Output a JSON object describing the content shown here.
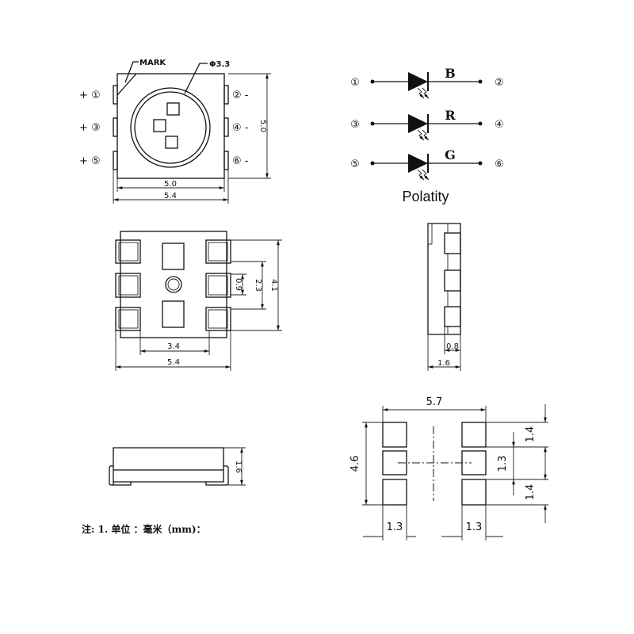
{
  "top_view": {
    "mark_label": "MARK",
    "phi_label": "Φ3.3",
    "left_pins": [
      "+ ①",
      "+ ③",
      "+ ⑤"
    ],
    "right_pins": [
      "② -",
      "④ -",
      "⑥ -"
    ],
    "dim_width_inner": "5.0",
    "dim_width_outer": "5.4",
    "dim_height": "5.0"
  },
  "circuit": {
    "rows": [
      {
        "left": "①",
        "right": "②",
        "color": "B"
      },
      {
        "left": "③",
        "right": "④",
        "color": "R"
      },
      {
        "left": "⑤",
        "right": "⑥",
        "color": "G"
      }
    ],
    "caption": "Polatity"
  },
  "bottom_view": {
    "dim_pad_span": "3.4",
    "dim_width": "5.4",
    "dim_height": "4.1",
    "dim_pitch": "2.3",
    "dim_pad": "0.9"
  },
  "side_view": {
    "dim_pad": "0.8",
    "dim_thickness": "1.6"
  },
  "front_view": {
    "dim_height": "1.6"
  },
  "footprint": {
    "dim_width": "5.7",
    "dim_height": "4.6",
    "dim_pad_left": "1.3",
    "dim_pad_right": "1.3",
    "dim_pad_top": "1.4",
    "dim_pad_mid": "1.3",
    "dim_pad_bottom": "1.4"
  },
  "note": "注:  1. 单位 ：毫米（mm)："
}
